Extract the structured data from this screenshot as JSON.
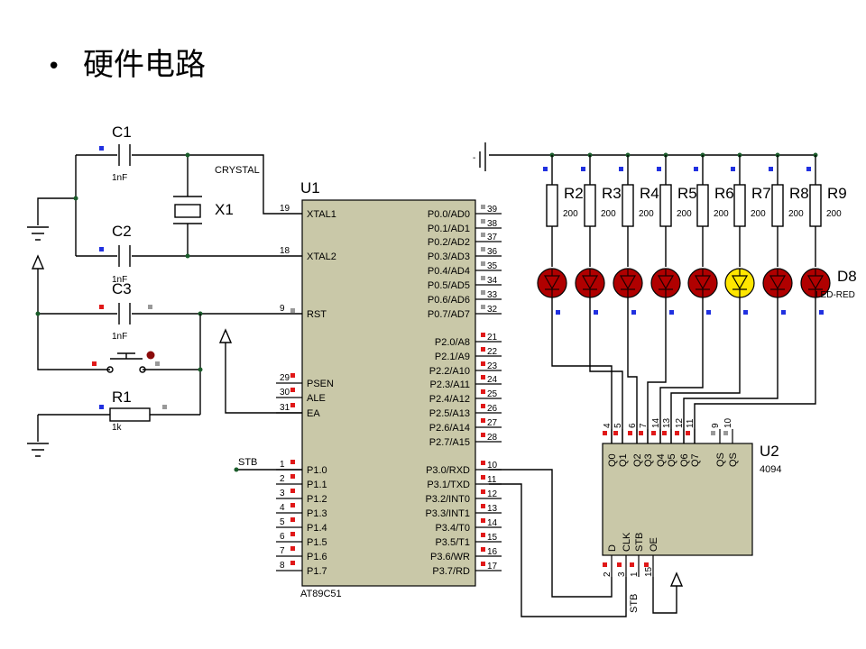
{
  "slide": {
    "bullet": "•",
    "title": "硬件电路"
  },
  "labels": {
    "c1": "C1",
    "c1_val": "1nF",
    "c2": "C2",
    "c2_val": "1nF",
    "c3": "C3",
    "c3_val": "1nF",
    "x1": "X1",
    "crystal": "CRYSTAL",
    "r1": "R1",
    "r1_val": "1k",
    "u1": "U1",
    "u1_part": "AT89C51",
    "u2": "U2",
    "u2_part": "4094",
    "stb": "STB",
    "stb2": "STB",
    "d8": "D8",
    "led_part": "LED-RED"
  },
  "resistors": [
    {
      "name": "R2",
      "value": "200"
    },
    {
      "name": "R3",
      "value": "200"
    },
    {
      "name": "R4",
      "value": "200"
    },
    {
      "name": "R5",
      "value": "200"
    },
    {
      "name": "R6",
      "value": "200"
    },
    {
      "name": "R7",
      "value": "200"
    },
    {
      "name": "R8",
      "value": "200"
    },
    {
      "name": "R9",
      "value": "200"
    }
  ],
  "u1_left_pins": [
    {
      "no": "19",
      "label": "XTAL1"
    },
    {
      "no": "18",
      "label": "XTAL2"
    },
    {
      "no": "9",
      "label": "RST"
    },
    {
      "no": "29",
      "label": "PSEN"
    },
    {
      "no": "30",
      "label": "ALE"
    },
    {
      "no": "31",
      "label": "EA"
    },
    {
      "no": "1",
      "label": "P1.0"
    },
    {
      "no": "2",
      "label": "P1.1"
    },
    {
      "no": "3",
      "label": "P1.2"
    },
    {
      "no": "4",
      "label": "P1.3"
    },
    {
      "no": "5",
      "label": "P1.4"
    },
    {
      "no": "6",
      "label": "P1.5"
    },
    {
      "no": "7",
      "label": "P1.6"
    },
    {
      "no": "8",
      "label": "P1.7"
    }
  ],
  "u1_right_pins": [
    {
      "no": "39",
      "label": "P0.0/AD0"
    },
    {
      "no": "38",
      "label": "P0.1/AD1"
    },
    {
      "no": "37",
      "label": "P0.2/AD2"
    },
    {
      "no": "36",
      "label": "P0.3/AD3"
    },
    {
      "no": "35",
      "label": "P0.4/AD4"
    },
    {
      "no": "34",
      "label": "P0.5/AD5"
    },
    {
      "no": "33",
      "label": "P0.6/AD6"
    },
    {
      "no": "32",
      "label": "P0.7/AD7"
    },
    {
      "no": "21",
      "label": "P2.0/A8"
    },
    {
      "no": "22",
      "label": "P2.1/A9"
    },
    {
      "no": "23",
      "label": "P2.2/A10"
    },
    {
      "no": "24",
      "label": "P2.3/A11"
    },
    {
      "no": "25",
      "label": "P2.4/A12"
    },
    {
      "no": "26",
      "label": "P2.5/A13"
    },
    {
      "no": "27",
      "label": "P2.6/A14"
    },
    {
      "no": "28",
      "label": "P2.7/A15"
    },
    {
      "no": "10",
      "label": "P3.0/RXD"
    },
    {
      "no": "11",
      "label": "P3.1/TXD"
    },
    {
      "no": "12",
      "label": "P3.2/INT0"
    },
    {
      "no": "13",
      "label": "P3.3/INT1"
    },
    {
      "no": "14",
      "label": "P3.4/T0"
    },
    {
      "no": "15",
      "label": "P3.5/T1"
    },
    {
      "no": "16",
      "label": "P3.6/WR"
    },
    {
      "no": "17",
      "label": "P3.7/RD"
    }
  ],
  "u2_top_pins": [
    {
      "no": "4",
      "label": "Q0"
    },
    {
      "no": "5",
      "label": "Q1"
    },
    {
      "no": "6",
      "label": "Q2"
    },
    {
      "no": "7",
      "label": "Q3"
    },
    {
      "no": "14",
      "label": "Q4"
    },
    {
      "no": "13",
      "label": "Q5"
    },
    {
      "no": "12",
      "label": "Q6"
    },
    {
      "no": "11",
      "label": "Q7"
    },
    {
      "no": "9",
      "label": "QS"
    },
    {
      "no": "10",
      "label": "QS"
    }
  ],
  "u2_bottom_pins": [
    {
      "no": "2",
      "label": "D"
    },
    {
      "no": "3",
      "label": "CLK"
    },
    {
      "no": "1",
      "label": "STB"
    },
    {
      "no": "15",
      "label": "OE"
    }
  ],
  "lit_led_index": 5,
  "colors": {
    "chip": "#c9c8a8",
    "led_off": "#b00000",
    "led_on": "#ffe600",
    "pin_red": "#e01818",
    "pin_blue": "#2030e0",
    "pin_gray": "#999999"
  }
}
